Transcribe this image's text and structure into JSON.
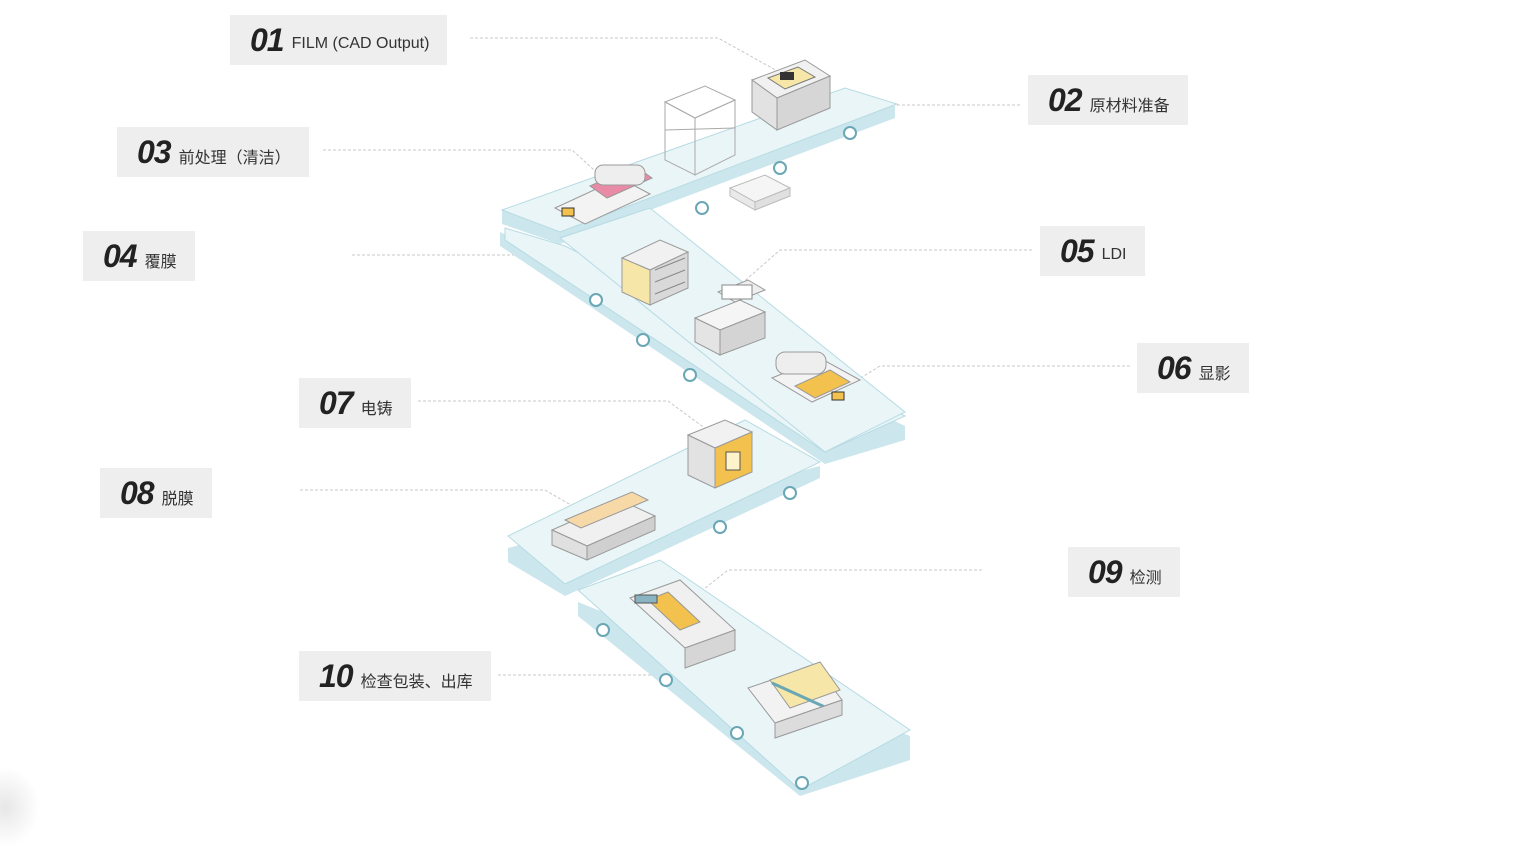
{
  "steps": [
    {
      "num": "01",
      "label": "FILM (CAD Output)"
    },
    {
      "num": "02",
      "label": "原材料准备"
    },
    {
      "num": "03",
      "label": "前处理（清洁）"
    },
    {
      "num": "04",
      "label": "覆膜"
    },
    {
      "num": "05",
      "label": "LDI"
    },
    {
      "num": "06",
      "label": "显影"
    },
    {
      "num": "07",
      "label": "电铸"
    },
    {
      "num": "08",
      "label": "脱膜"
    },
    {
      "num": "09",
      "label": "检测"
    },
    {
      "num": "10",
      "label": "检查包装、出库"
    }
  ],
  "colors": {
    "conveyor_top": "#e8f4f7",
    "conveyor_edge": "#b6dbe3",
    "label_bg": "#eeeeee",
    "accent_yellow": "#f2c14e",
    "accent_pink": "#e98aa6",
    "leader_line": "#c8c8c8"
  }
}
